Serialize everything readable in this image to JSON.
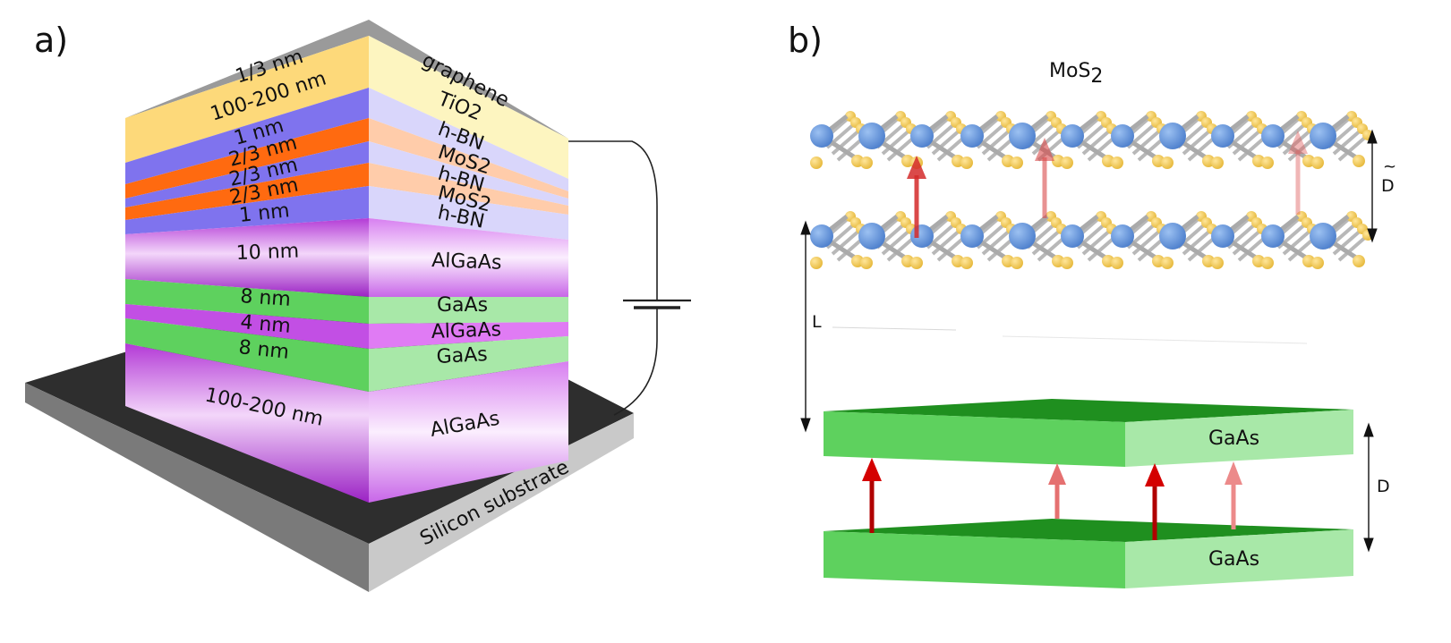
{
  "panel_a": {
    "label": "a)",
    "layers": [
      {
        "key": "graphene",
        "thickness": "1/3 nm",
        "material": "graphene"
      },
      {
        "key": "tio2",
        "thickness": "100-200 nm",
        "material": "TiO2"
      },
      {
        "key": "hbn1",
        "thickness": "1 nm",
        "material": "h-BN"
      },
      {
        "key": "mos2_1",
        "thickness": "2/3 nm",
        "material": "MoS2"
      },
      {
        "key": "hbn2",
        "thickness": "2/3 nm",
        "material": "h-BN"
      },
      {
        "key": "mos2_2",
        "thickness": "2/3 nm",
        "material": "MoS2"
      },
      {
        "key": "hbn3",
        "thickness": "1 nm",
        "material": "h-BN"
      },
      {
        "key": "algaas1",
        "thickness": "10 nm",
        "material": "AlGaAs"
      },
      {
        "key": "gaas1",
        "thickness": "8 nm",
        "material": "GaAs"
      },
      {
        "key": "algaas2",
        "thickness": "4 nm",
        "material": "AlGaAs"
      },
      {
        "key": "gaas2",
        "thickness": "8 nm",
        "material": "GaAs"
      },
      {
        "key": "algaas3",
        "thickness": "100-200 nm",
        "material": "AlGaAs"
      }
    ],
    "substrate": "Silicon substrate"
  },
  "panel_b": {
    "label": "b)",
    "mos2_title": "MoS",
    "mos2_sub": "2",
    "L_label": "L",
    "D_label": "D",
    "Dtilde_label": "D",
    "gaas_top": "GaAs",
    "gaas_bottom": "GaAs"
  },
  "colors": {
    "tio2": "#fde68f",
    "hbn": "#7b7df0",
    "mos2": "#ff6a16",
    "algaas": "#b84fe0",
    "gaas": "#5ed15e",
    "substrate": "#2f2f2f",
    "arrow_dark": "#cc1111",
    "arrow_light": "#ee7777",
    "atom_mo": "#5b8fdc",
    "atom_s": "#f2c94c"
  }
}
